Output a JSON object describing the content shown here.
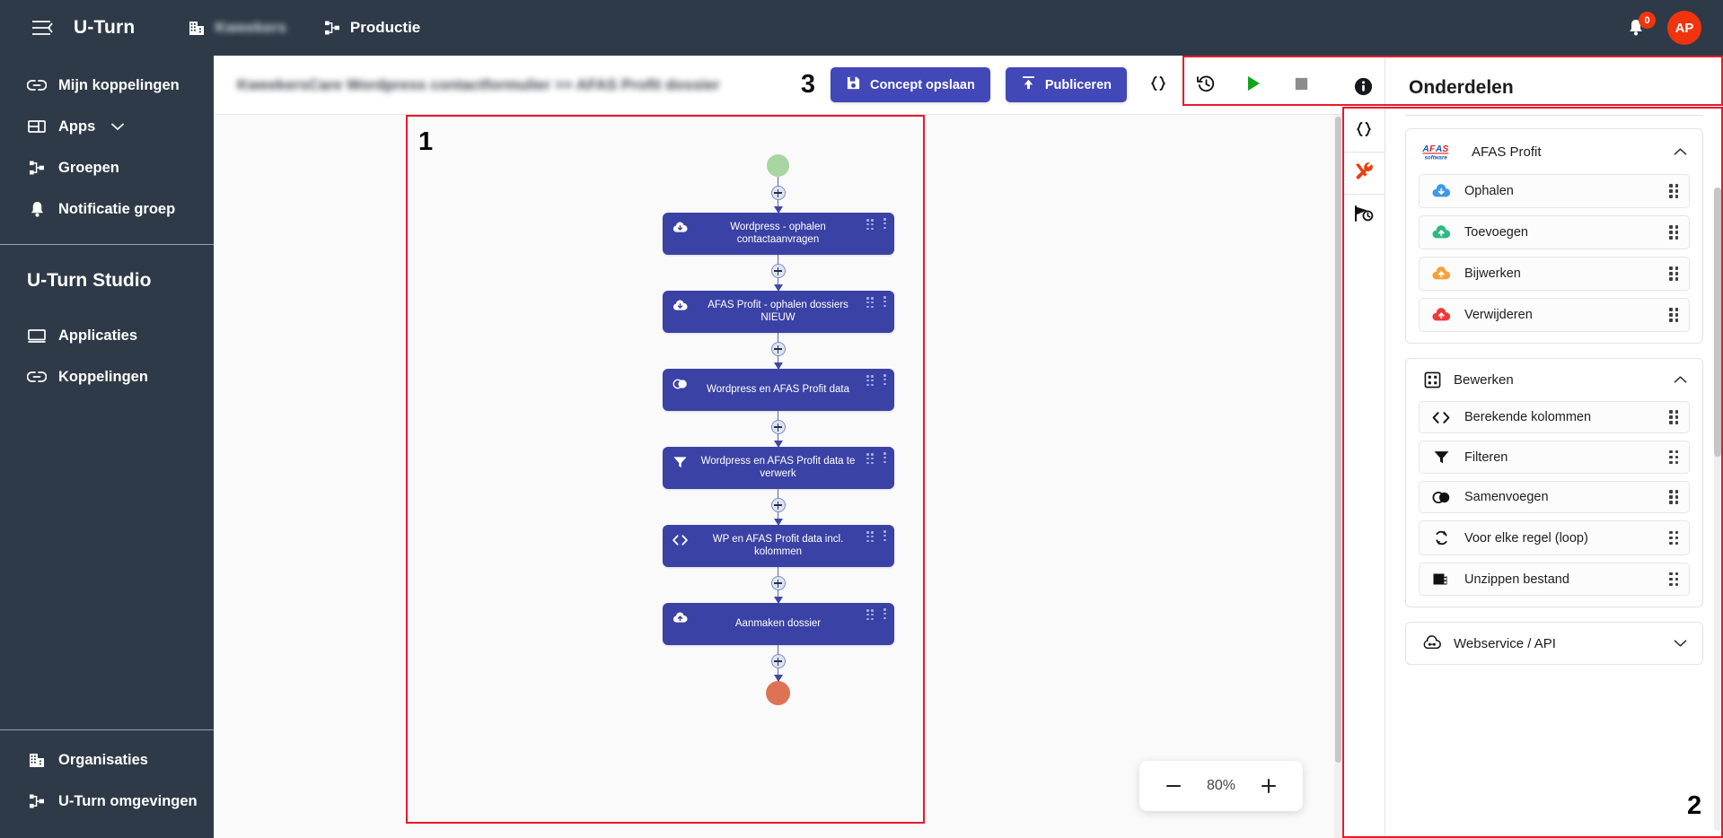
{
  "topbar": {
    "menu_icon": "hamburger-menu-icon",
    "brand": "U-Turn",
    "org_chip": {
      "icon": "building-icon",
      "label": "Kweekers",
      "redacted": true
    },
    "env_chip": {
      "icon": "sitemap-icon",
      "label": "Productie"
    },
    "notification": {
      "icon": "bell-icon",
      "count": "0"
    },
    "avatar": {
      "initials": "AP",
      "color": "#f1340d"
    }
  },
  "sidebar": {
    "items": [
      {
        "icon": "link-icon",
        "label": "Mijn koppelingen"
      },
      {
        "icon": "apps-icon",
        "label": "Apps",
        "chevron": true
      },
      {
        "icon": "sitemap-icon",
        "label": "Groepen"
      },
      {
        "icon": "bell-icon",
        "label": "Notificatie groep"
      }
    ],
    "studio_title": "U-Turn Studio",
    "studio_items": [
      {
        "icon": "monitor-icon",
        "label": "Applicaties"
      },
      {
        "icon": "link-icon",
        "label": "Koppelingen"
      }
    ],
    "bottom_items": [
      {
        "icon": "building-icon",
        "label": "Organisaties"
      },
      {
        "icon": "sitemap-icon",
        "label": "U-Turn omgevingen"
      }
    ]
  },
  "subbar": {
    "breadcrumb": "KweekersCare Wordpress contactformulier >> AFAS Profit dossier",
    "breadcrumb_redacted": true,
    "annotation_number": "3",
    "save_draft_label": "Concept opslaan",
    "save_draft_icon": "save-icon",
    "publish_label": "Publiceren",
    "publish_icon": "upload-icon",
    "code_icon": "curly-braces-icon",
    "history_icon": "history-clock-icon",
    "run_icon": "play-icon",
    "stop_icon": "stop-icon"
  },
  "canvas": {
    "annotation_number": "1",
    "start_node": {
      "type": "start",
      "color": "#a8d5a2"
    },
    "end_node": {
      "type": "stop",
      "color": "#dd7354"
    },
    "nodes": [
      {
        "icon": "cloud-download-icon",
        "label": "Wordpress - ophalen contactaanvragen"
      },
      {
        "icon": "cloud-download-icon",
        "label": "AFAS Profit - ophalen dossiers NIEUW"
      },
      {
        "icon": "merge-icon",
        "label": "Wordpress en AFAS Profit data"
      },
      {
        "icon": "filter-icon",
        "label": "Wordpress en AFAS Profit data te verwerk"
      },
      {
        "icon": "code-brackets-icon",
        "label": "WP en AFAS Profit data incl. kolommen"
      },
      {
        "icon": "cloud-upload-icon",
        "label": "Aanmaken dossier"
      }
    ],
    "zoom": {
      "minus": "−",
      "value": "80%",
      "plus": "+"
    }
  },
  "rightpanel": {
    "annotation_number": "2",
    "title": "Onderdelen",
    "rail_icons": [
      {
        "name": "info-icon",
        "active": false
      },
      {
        "name": "curly-braces-icon",
        "active": false
      },
      {
        "name": "tools-icon",
        "active": true
      },
      {
        "name": "flag-clock-icon",
        "active": false
      }
    ],
    "groups": [
      {
        "icon": "afas-logo-icon",
        "label": "AFAS Profit",
        "expanded": true,
        "items": [
          {
            "icon": "cloud-download-blue-icon",
            "label": "Ophalen",
            "color": "#3d9ae8"
          },
          {
            "icon": "cloud-upload-green-icon",
            "label": "Toevoegen",
            "color": "#2fb982"
          },
          {
            "icon": "cloud-upload-orange-icon",
            "label": "Bijwerken",
            "color": "#f2a33c"
          },
          {
            "icon": "cloud-upload-red-icon",
            "label": "Verwijderen",
            "color": "#f2383a"
          }
        ]
      },
      {
        "icon": "grid-icon",
        "label": "Bewerken",
        "expanded": true,
        "items": [
          {
            "icon": "code-brackets-icon",
            "label": "Berekende kolommen"
          },
          {
            "icon": "filter-icon",
            "label": "Filteren"
          },
          {
            "icon": "merge-icon",
            "label": "Samenvoegen"
          },
          {
            "icon": "loop-icon",
            "label": "Voor elke regel (loop)"
          },
          {
            "icon": "unzip-icon",
            "label": "Unzippen bestand"
          }
        ]
      },
      {
        "icon": "webservice-icon",
        "label": "Webservice / API",
        "expanded": false,
        "items": []
      }
    ]
  },
  "colors": {
    "dark_chrome": "#2e3a47",
    "primary": "#4248b8",
    "node_blue": "#3b42a5",
    "annotation_red": "#e8192c",
    "accent_orange": "#f1340d"
  }
}
